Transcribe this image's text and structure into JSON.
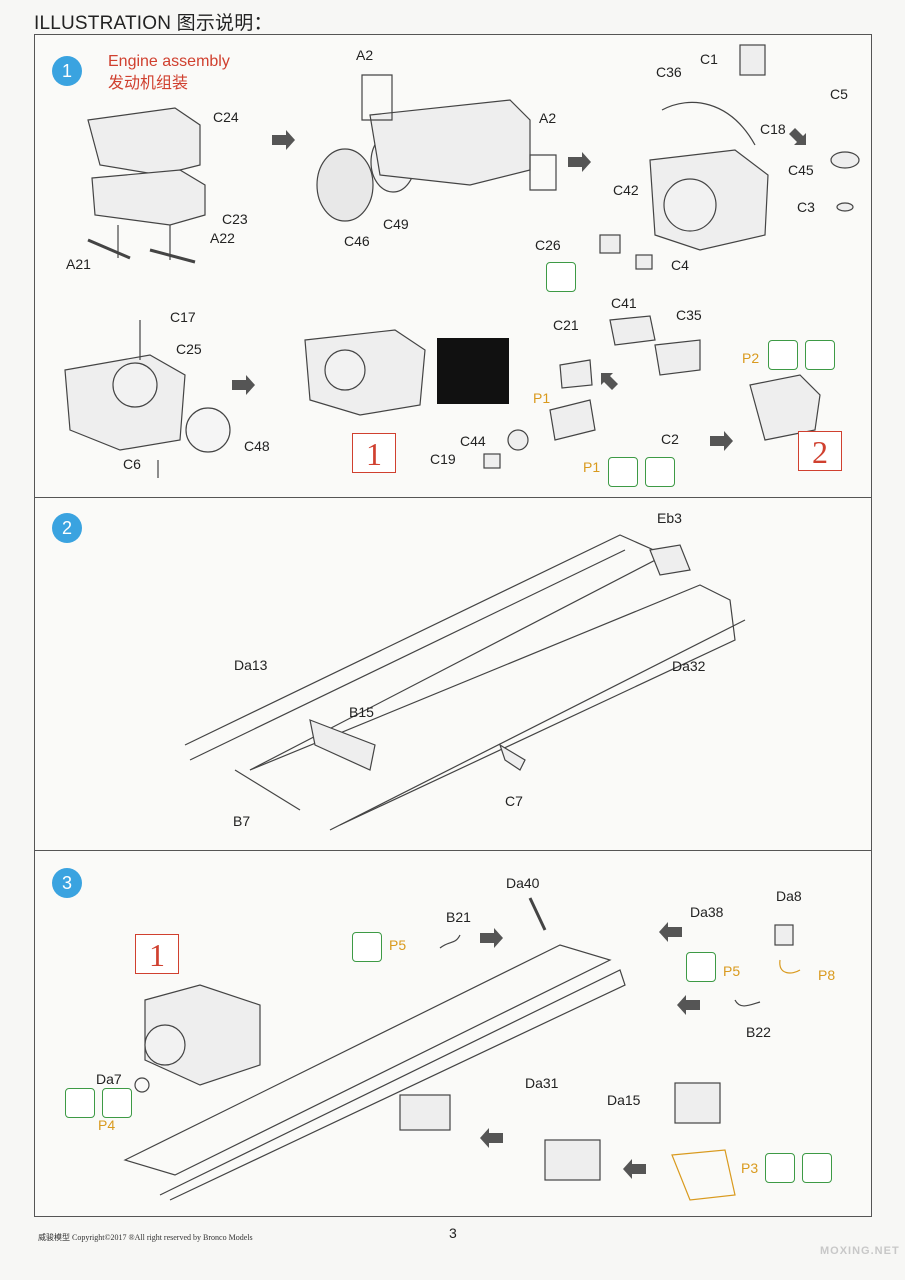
{
  "header": {
    "title": "ILLUSTRATION 图示说明："
  },
  "step1": {
    "number": "1",
    "title_en": "Engine assembly",
    "title_cn": "发动机组装",
    "labels": {
      "C24": "C24",
      "C23": "C23",
      "A21": "A21",
      "A22": "A22",
      "A2a": "A2",
      "A2b": "A2",
      "C46": "C46",
      "C49": "C49",
      "C36": "C36",
      "C1": "C1",
      "C18": "C18",
      "C5": "C5",
      "C45": "C45",
      "C3": "C3",
      "C42": "C42",
      "C26": "C26",
      "C4": "C4",
      "C17": "C17",
      "C25": "C25",
      "C48": "C48",
      "C6": "C6",
      "C41": "C41",
      "C35": "C35",
      "C21": "C21",
      "C44": "C44",
      "C19": "C19",
      "C2": "C2"
    },
    "paint": {
      "P1a": "P1",
      "P1b": "P1",
      "P2": "P2"
    },
    "refs": {
      "ref1": "1",
      "ref2": "2"
    }
  },
  "step2": {
    "number": "2",
    "labels": {
      "Eb3": "Eb3",
      "Da13": "Da13",
      "Da32": "Da32",
      "B15": "B15",
      "B7": "B7",
      "C7": "C7"
    }
  },
  "step3": {
    "number": "3",
    "labels": {
      "Da40": "Da40",
      "B21": "B21",
      "Da38": "Da38",
      "Da8": "Da8",
      "B22": "B22",
      "Da7": "Da7",
      "Da31": "Da31",
      "Da15": "Da15"
    },
    "paint": {
      "P5a": "P5",
      "P5b": "P5",
      "P8": "P8",
      "P4": "P4",
      "P3": "P3"
    },
    "refs": {
      "ref1": "1"
    }
  },
  "footer": {
    "copyright": "威骏模型 Copyright©2017 ®All right reserved by Bronco Models",
    "page": "3",
    "watermark": "MOXING.NET"
  },
  "colors": {
    "step_circle": "#3aa3e0",
    "ref_red": "#d0402f",
    "paint_orange": "#d99a1e",
    "icon_green": "#3d9a45"
  }
}
